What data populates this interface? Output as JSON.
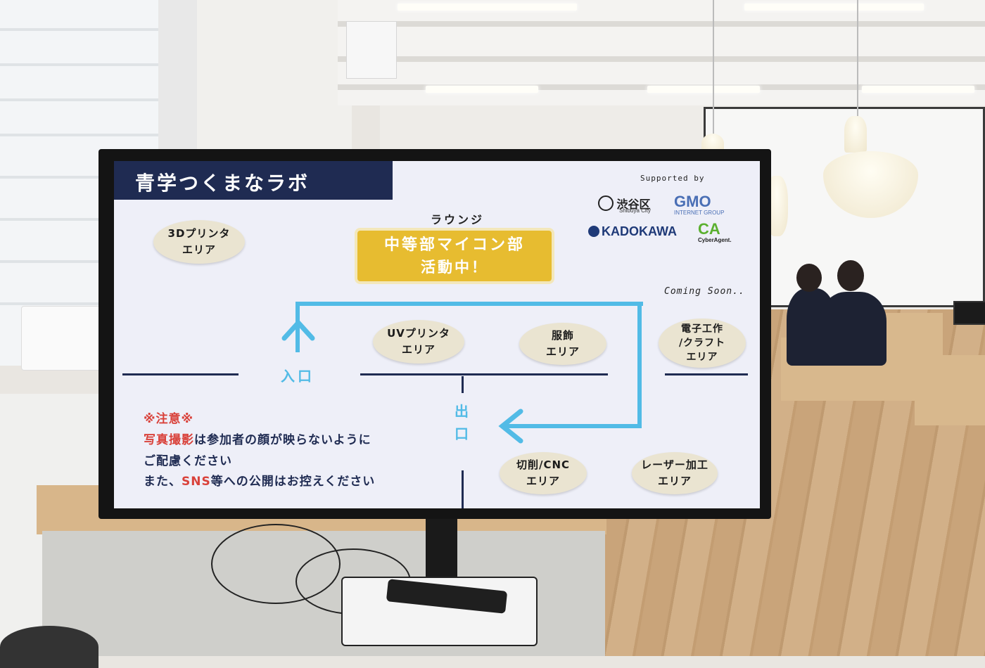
{
  "screen": {
    "title": "青学つくまなラボ",
    "supported_by": "Supported by",
    "sponsors": {
      "shibuya": {
        "name": "渋谷区",
        "sub": "Shibuya City"
      },
      "gmo": {
        "name": "GMO",
        "sub": "INTERNET GROUP"
      },
      "kadokawa": {
        "name": "KADOKAWA"
      },
      "cyberagent": {
        "name": "CA",
        "sub": "CyberAgent."
      }
    },
    "lounge_label": "ラウンジ",
    "club": {
      "line1": "中等部マイコン部",
      "line2": "活動中！"
    },
    "coming_soon": "Coming Soon..",
    "areas": {
      "printer3d": "3Dプリンタ\nエリア",
      "uv": "UVプリンタ\nエリア",
      "clothing": "服飾\nエリア",
      "electronics": "電子工作\n/クラフト\nエリア",
      "cnc": "切削/CNC\nエリア",
      "laser": "レーザー加工\nエリア"
    },
    "entrance": "入口",
    "exit": "出口",
    "notice": {
      "heading": "※注意※",
      "line1_red": "写真撮影",
      "line1_rest": "は参加者の顔が映らないように",
      "line2": "ご配慮ください",
      "line3_pre": "また、",
      "line3_red": "SNS",
      "line3_rest": "等への公開はお控えください"
    }
  },
  "colors": {
    "title_bar": "#1f2b52",
    "path": "#52bbe6",
    "club_bg": "#e7bc30",
    "area_bg": "#eae4d1",
    "warning": "#d9413a"
  }
}
